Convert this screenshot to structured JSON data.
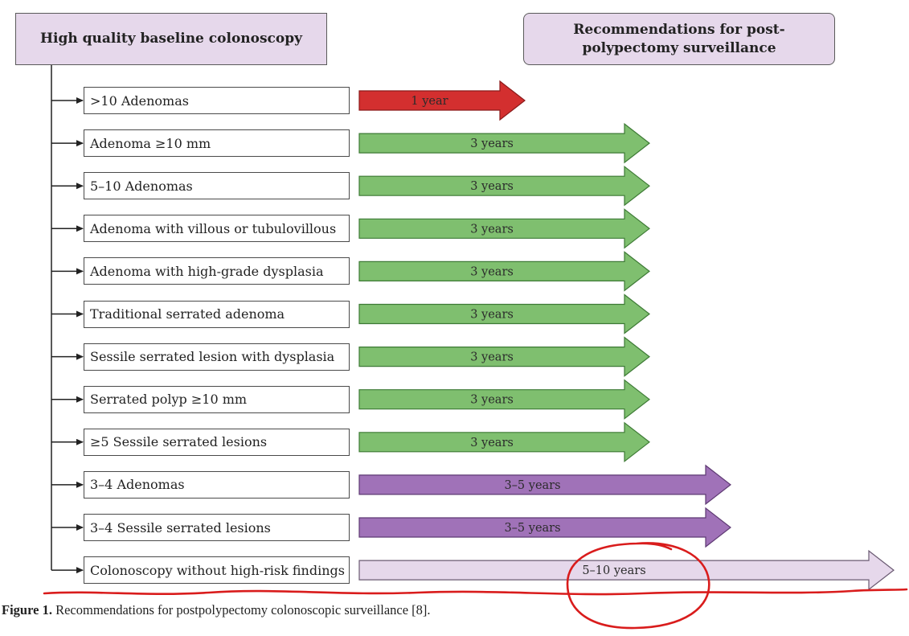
{
  "header": {
    "baseline": "High quality baseline colonoscopy",
    "recommendations": "Recommendations for post-polypectomy surveillance"
  },
  "rows": [
    {
      "finding": ">10 Adenomas",
      "interval": "1 year",
      "color": "#d32f2f",
      "stroke": "#8b1a1a"
    },
    {
      "finding": "Adenoma ≥10 mm",
      "interval": "3 years",
      "color": "#7fbf6f",
      "stroke": "#3d7a35"
    },
    {
      "finding": "5–10 Adenomas",
      "interval": "3 years",
      "color": "#7fbf6f",
      "stroke": "#3d7a35"
    },
    {
      "finding": "Adenoma with villous or tubulovillous",
      "interval": "3 years",
      "color": "#7fbf6f",
      "stroke": "#3d7a35"
    },
    {
      "finding": "Adenoma with high-grade dysplasia",
      "interval": "3 years",
      "color": "#7fbf6f",
      "stroke": "#3d7a35"
    },
    {
      "finding": "Traditional serrated adenoma",
      "interval": "3 years",
      "color": "#7fbf6f",
      "stroke": "#3d7a35"
    },
    {
      "finding": "Sessile serrated lesion with dysplasia",
      "interval": "3 years",
      "color": "#7fbf6f",
      "stroke": "#3d7a35"
    },
    {
      "finding": "Serrated polyp ≥10 mm",
      "interval": "3 years",
      "color": "#7fbf6f",
      "stroke": "#3d7a35"
    },
    {
      "finding": "≥5 Sessile serrated lesions",
      "interval": "3 years",
      "color": "#7fbf6f",
      "stroke": "#3d7a35"
    },
    {
      "finding": "3–4 Adenomas",
      "interval": "3–5 years",
      "color": "#a072b8",
      "stroke": "#5e3a73"
    },
    {
      "finding": "3–4 Sessile serrated lesions",
      "interval": "3–5 years",
      "color": "#a072b8",
      "stroke": "#5e3a73"
    },
    {
      "finding": "Colonoscopy without high-risk findings",
      "interval": "5–10 years",
      "color": "#e6d8eb",
      "stroke": "#6a5a72"
    }
  ],
  "caption": {
    "label": "Figure 1.",
    "text": " Recommendations for postpolypectomy colonoscopic surveillance [8]."
  },
  "annotation_color": "#d91c1c"
}
